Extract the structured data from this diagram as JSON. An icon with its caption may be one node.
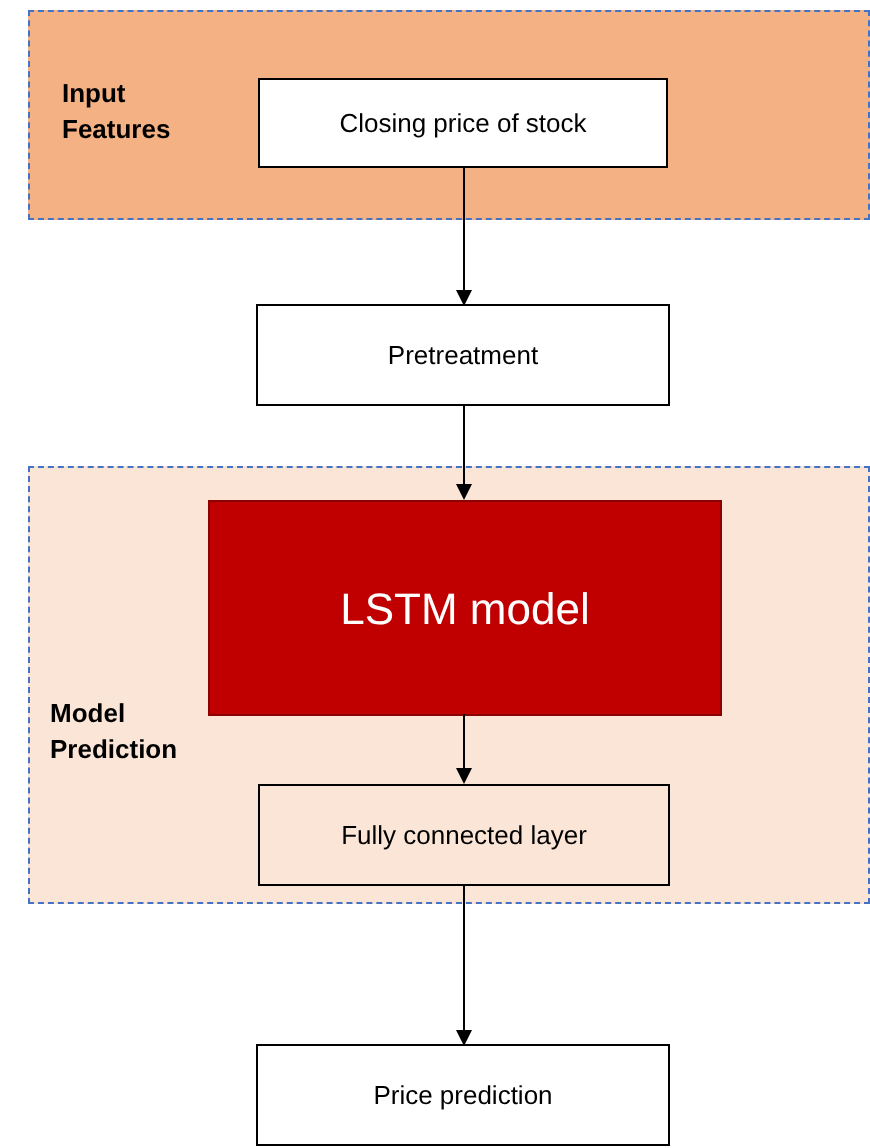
{
  "diagram": {
    "nodes": [
      {
        "text": [
          "Input Features"
        ]
      },
      {
        "text": [
          "Closing price of stock"
        ],
        "in": 0
      },
      {
        "text": [
          "Pretreatment"
        ]
      },
      {
        "text": [
          "Model Prediction"
        ]
      },
      {
        "text": [
          "LSTM model"
        ],
        "in": 3
      },
      {
        "text": [
          "Fully connected layer"
        ],
        "in": 3
      },
      {
        "text": [
          "Price prediction"
        ]
      }
    ],
    "edges": [
      {
        "from": 1,
        "to": 2,
        "arrow": "to"
      },
      {
        "from": 2,
        "to": 4,
        "arrow": "to"
      },
      {
        "from": 4,
        "to": 5,
        "arrow": "to"
      },
      {
        "from": 5,
        "to": 6,
        "arrow": "to"
      }
    ]
  }
}
